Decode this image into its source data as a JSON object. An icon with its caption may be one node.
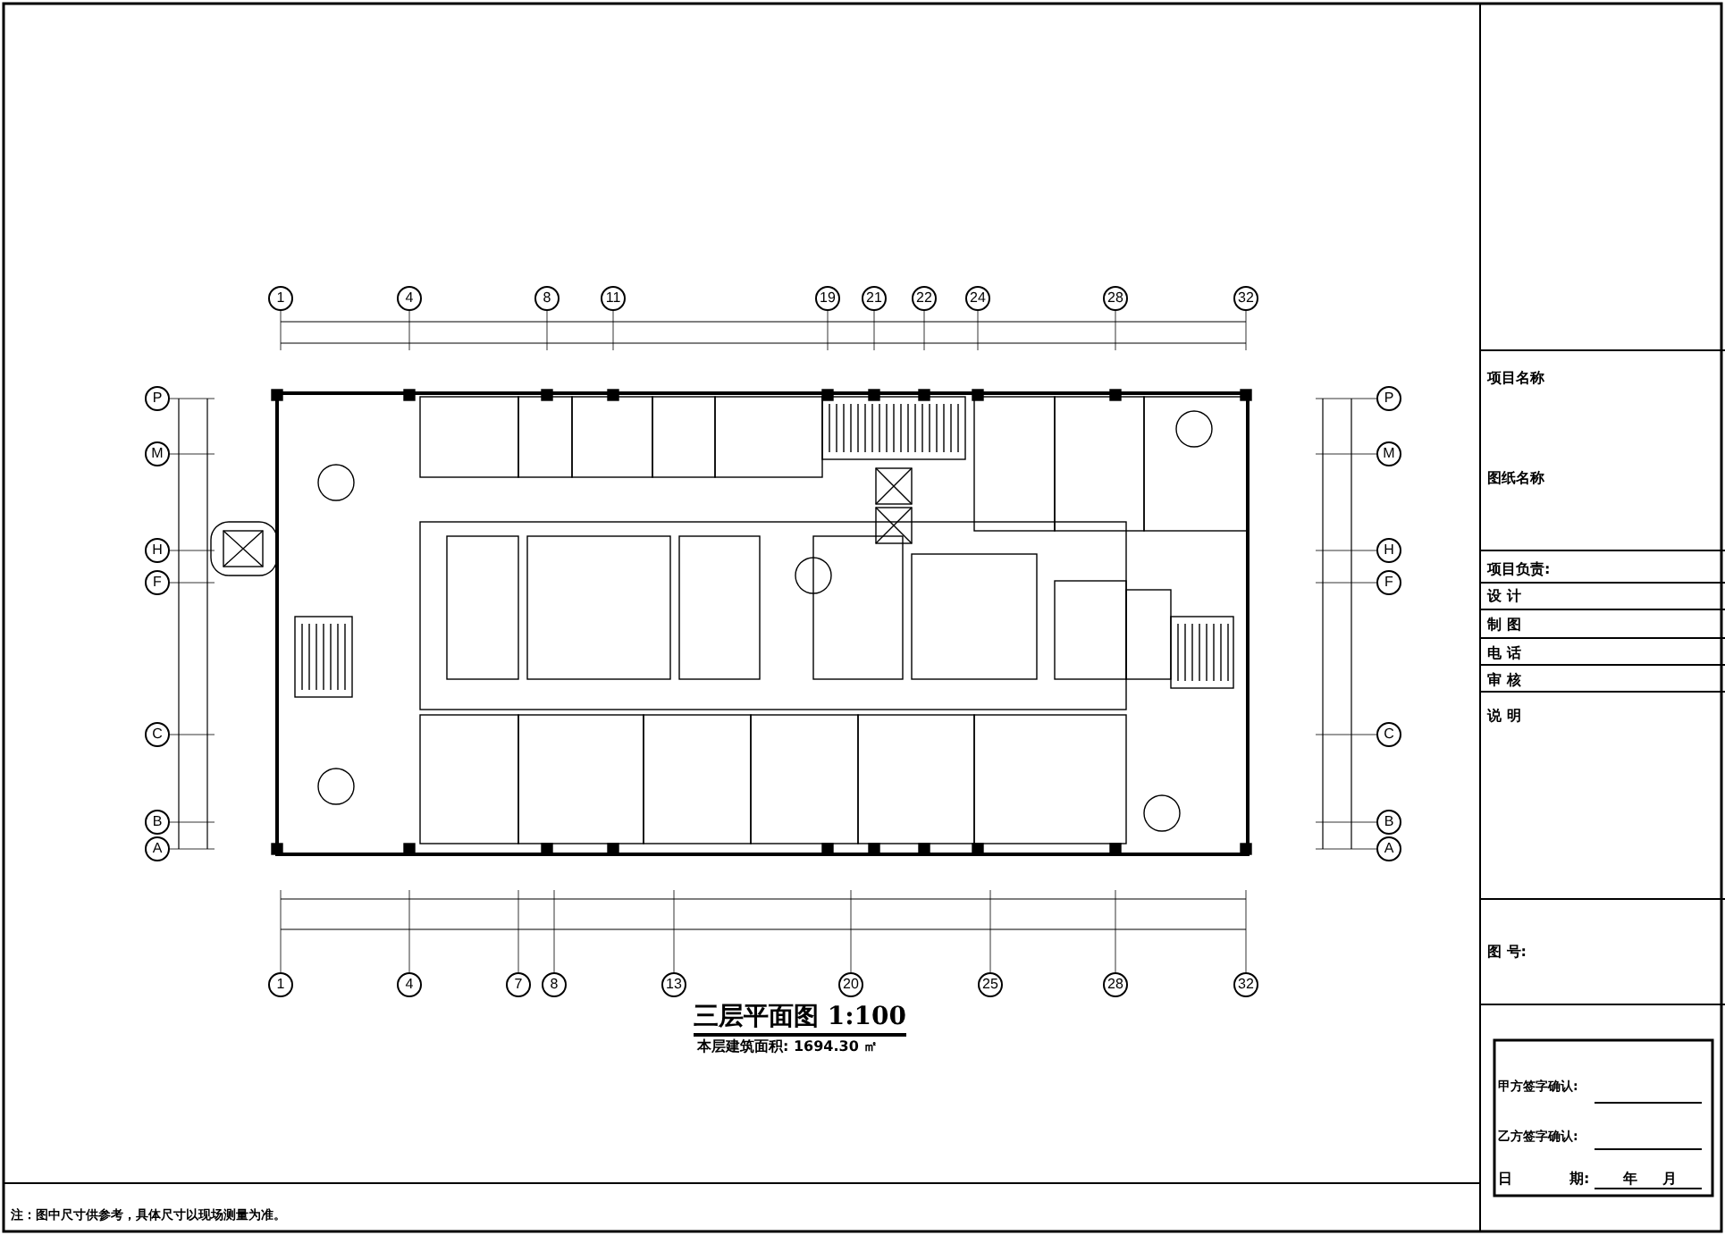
{
  "diagram": {
    "title": "三层平面图 1:100",
    "nodes": [
      {
        "text": [
          "1"
        ]
      },
      {
        "text": [
          "4"
        ]
      },
      {
        "text": [
          "8"
        ]
      },
      {
        "text": [
          "11"
        ]
      },
      {
        "text": [
          "19"
        ]
      },
      {
        "text": [
          "21"
        ]
      },
      {
        "text": [
          "22"
        ]
      },
      {
        "text": [
          "24"
        ]
      },
      {
        "text": [
          "28"
        ]
      },
      {
        "text": [
          "32"
        ]
      },
      {
        "text": [
          "1"
        ]
      },
      {
        "text": [
          "4"
        ]
      },
      {
        "text": [
          "7"
        ]
      },
      {
        "text": [
          "8"
        ]
      },
      {
        "text": [
          "13"
        ]
      },
      {
        "text": [
          "20"
        ]
      },
      {
        "text": [
          "25"
        ]
      },
      {
        "text": [
          "28"
        ]
      },
      {
        "text": [
          "32"
        ]
      },
      {
        "text": [
          "P"
        ]
      },
      {
        "text": [
          "M"
        ]
      },
      {
        "text": [
          "H"
        ]
      },
      {
        "text": [
          "F"
        ]
      },
      {
        "text": [
          "C"
        ]
      },
      {
        "text": [
          "B"
        ]
      },
      {
        "text": [
          "A"
        ]
      },
      {
        "text": [
          "P"
        ]
      },
      {
        "text": [
          "M"
        ]
      },
      {
        "text": [
          "H"
        ]
      },
      {
        "text": [
          "F"
        ]
      },
      {
        "text": [
          "C"
        ]
      },
      {
        "text": [
          "B"
        ]
      },
      {
        "text": [
          "A"
        ]
      }
    ],
    "labels": [
      "本层建筑面积: 1694.30 ㎡",
      "项目名称",
      "图纸名称",
      "项目负责:",
      "设 计",
      "制 图",
      "电 话",
      "审 核",
      "说 明",
      "图 号:",
      "甲方签字确认:",
      "乙方签字确认:",
      "日",
      "期:",
      "年",
      "月",
      "注：图中尺寸供参考，具体尺寸以现场测量为准。"
    ]
  }
}
